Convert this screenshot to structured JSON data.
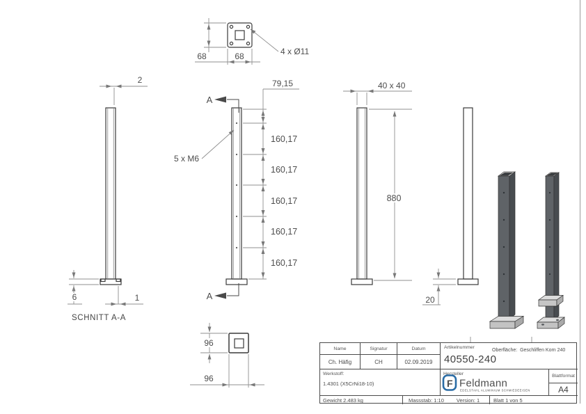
{
  "colors": {
    "logo_blue": "#2a6ca5",
    "outline_dark": "#3a3a3a",
    "dimension_gray": "#8f8f8f",
    "post_gray": "#5f6367"
  },
  "drawing": {
    "flange_detail": {
      "holes_label": "4 x Ø11",
      "width_dim": "68",
      "height_dim": "68"
    },
    "section_view": {
      "title": "SCHNITT A-A",
      "wall_dim": "2",
      "plate_height_dim": "6",
      "plate_wall_dim": "1"
    },
    "front_view": {
      "cut_label_top": "A",
      "cut_label_bottom": "A",
      "threads_label": "5 x M6",
      "top_offset_dim": "79,15",
      "spacing_dims": [
        "160,17",
        "160,17",
        "160,17",
        "160,17",
        "160,17"
      ]
    },
    "side_view": {
      "tube_dim": "40 x 40",
      "height_dim": "880",
      "plate_dim": "20"
    },
    "base_detail": {
      "width_dim": "96",
      "height_dim": "96"
    }
  },
  "titleblock": {
    "labels": {
      "name": "Name",
      "signatur": "Signatur",
      "datum": "Datum",
      "artikelnummer": "Artikelnummer",
      "oberflaeche": "Oberfläche:",
      "werkstoff": "Werkstoff:",
      "hersteller": "Hersteller",
      "blattformat": "Blattformat"
    },
    "values": {
      "name": "Ch. Häfig",
      "signatur": "CH",
      "datum": "02.09.2019",
      "artikelnummer": "40550-240",
      "oberflaeche": "Geschliffen Korn 240",
      "werkstoff": "1.4301 (X5CrNi18-10)",
      "blattformat": "A4",
      "gewicht": "Gewicht 2.483 kg",
      "massstab": "Massstab: 1:10",
      "version": "Version: 1",
      "blatt": "Blatt 1 von 5"
    },
    "logo": {
      "icon_letter": "F",
      "name": "Feldmann",
      "tagline": "EDELSTAHL ALUMINIUM SCHMIEDEEISEN"
    }
  }
}
